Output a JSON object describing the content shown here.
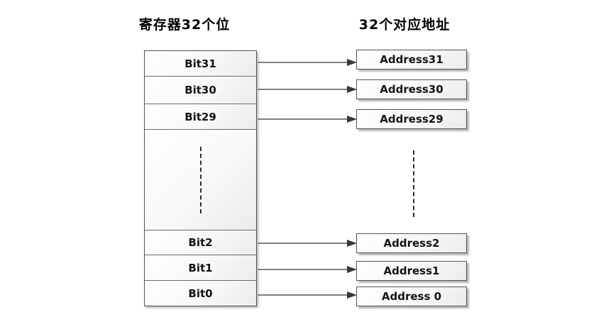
{
  "diagram": {
    "left_title": "寄存器32个位",
    "right_title": "32个对应地址",
    "bits": [
      "Bit31",
      "Bit30",
      "Bit29",
      "Bit2",
      "Bit1",
      "Bit0"
    ],
    "addresses": [
      "Address31",
      "Address30",
      "Address29",
      "Address2",
      "Address1",
      "Address 0"
    ],
    "colors": {
      "background": "#ffffff",
      "box_border": "#545454",
      "box_fill_light": "#ffffff",
      "box_fill_dark": "#ececec",
      "arrow_line": "#7f7f7f",
      "arrow_head": "#383838",
      "dashed_line": "#2e2e2e",
      "shadow": "#bdbdbd",
      "text": "#141414",
      "title_text": "#000000"
    }
  }
}
